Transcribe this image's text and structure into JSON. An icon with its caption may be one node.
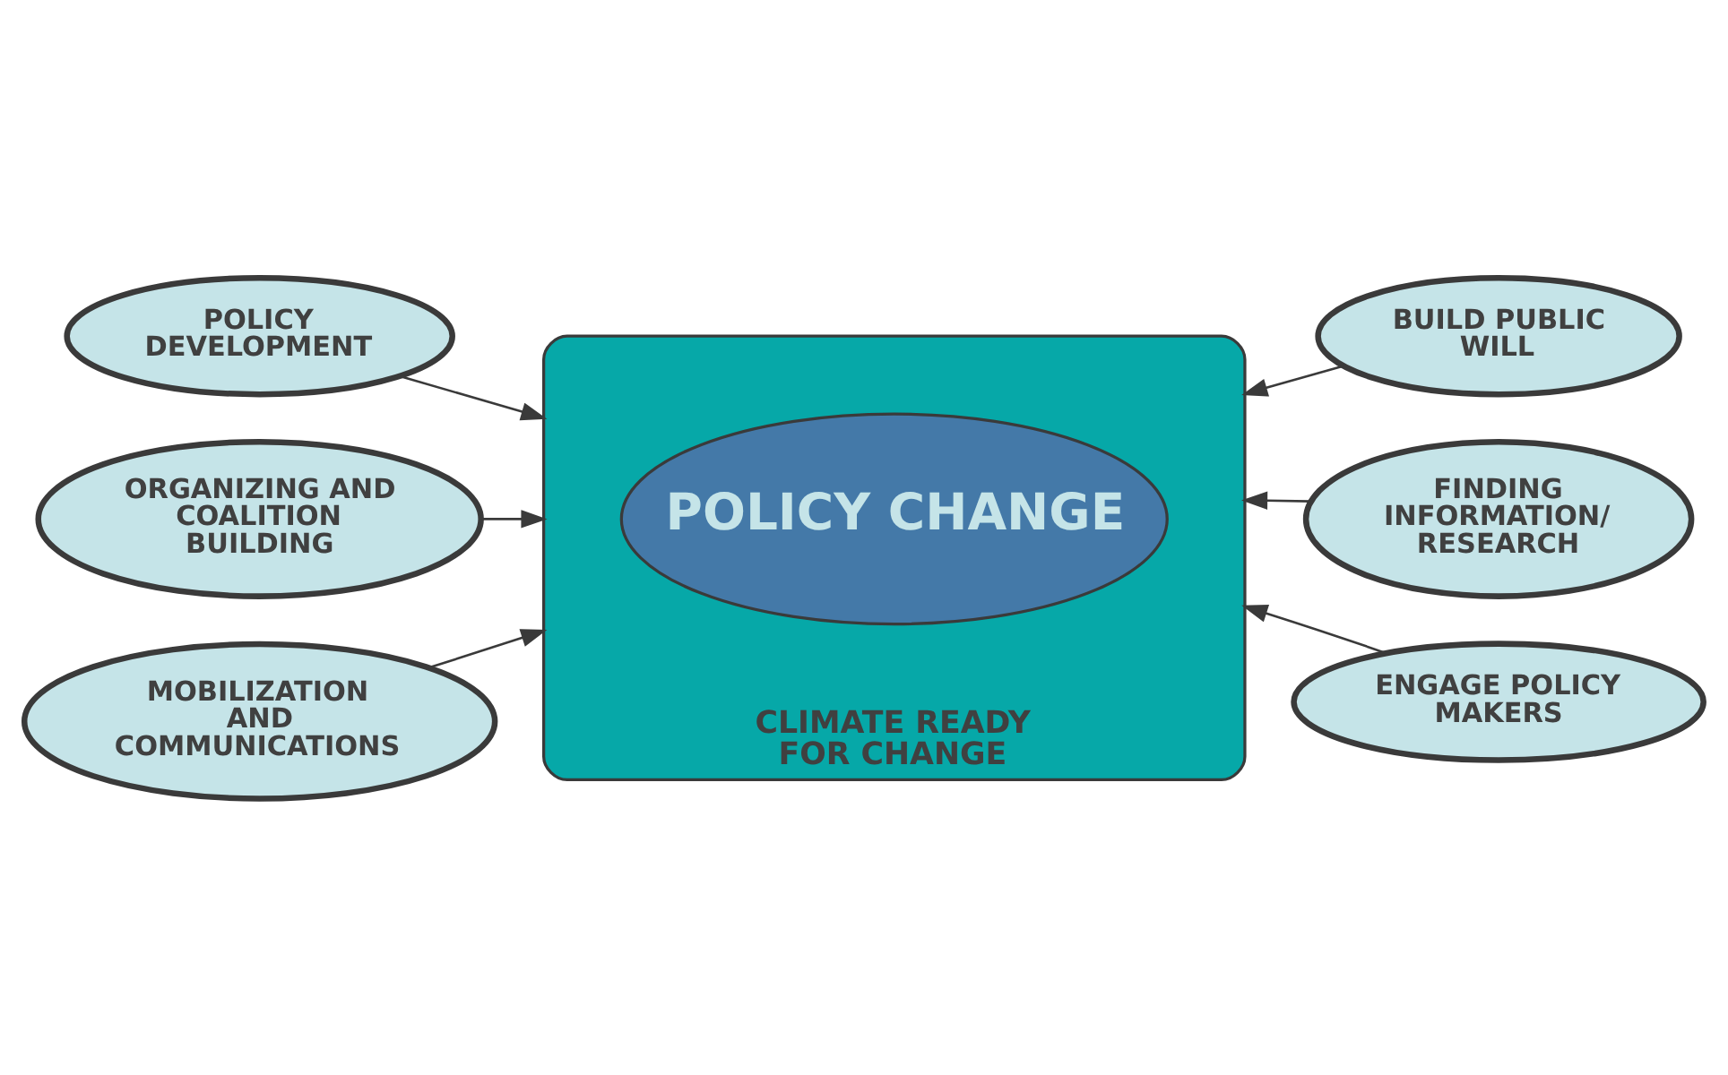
{
  "diagram": {
    "nodes": [
      {
        "text": [
          "POLICY DEVELOPMENT"
        ]
      },
      {
        "text": [
          "BUILD PUBLIC WILL"
        ]
      },
      {
        "text": [
          "ORGANIZING AND COALITION BUILDING"
        ]
      },
      {
        "text": [
          "CLIMATE READY FOR CHANGE"
        ]
      },
      {
        "text": [
          "POLICY CHANGE"
        ],
        "in": 3
      },
      {
        "text": [
          "FINDING INFORMATION/ RESEARCH"
        ]
      },
      {
        "text": [
          "MOBILIZATION AND COMMUNICATIONS"
        ]
      },
      {
        "text": [
          "ENGAGE POLICY MAKERS"
        ]
      }
    ],
    "edges": [
      {
        "from": 0,
        "to": 3,
        "arrow": "to"
      },
      {
        "from": 1,
        "to": 3,
        "arrow": "to"
      },
      {
        "from": 2,
        "to": 3,
        "arrow": "to"
      },
      {
        "from": 5,
        "to": 3,
        "arrow": "to"
      },
      {
        "from": 6,
        "to": 3,
        "arrow": "to"
      },
      {
        "from": 7,
        "to": 3,
        "arrow": "to"
      }
    ]
  }
}
